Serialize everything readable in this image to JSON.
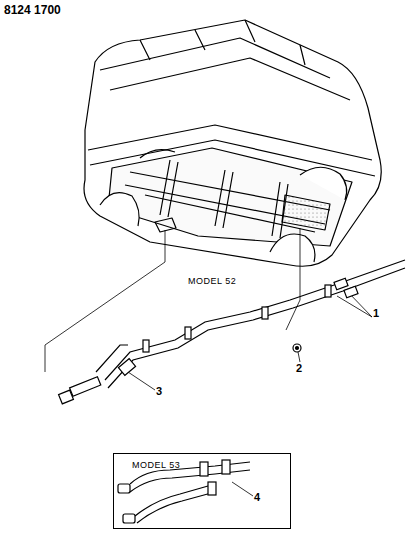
{
  "diagram": {
    "nodes": [
      {
        "text": [
          "MODEL 53"
        ]
      }
    ],
    "edges": [],
    "labels": [
      "8124 1700",
      "MODEL 52",
      "1",
      "2",
      "3",
      "4"
    ]
  }
}
